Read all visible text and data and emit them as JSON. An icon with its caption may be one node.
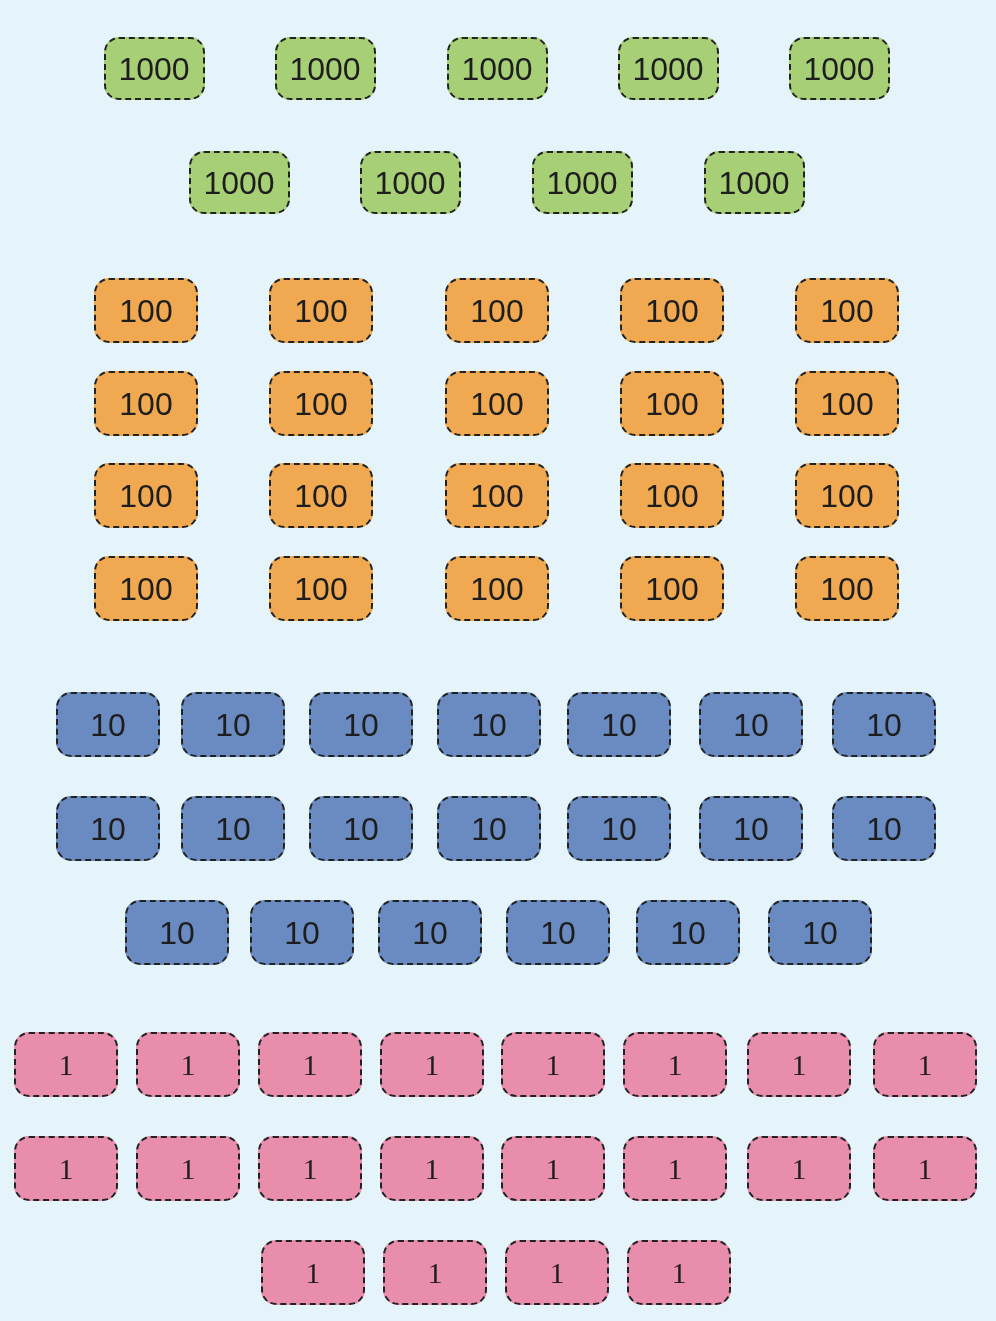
{
  "diagram": {
    "nodes": [
      {
        "text": [
          "1000"
        ]
      },
      {
        "text": [
          "1000"
        ]
      },
      {
        "text": [
          "1000"
        ]
      },
      {
        "text": [
          "1000"
        ]
      },
      {
        "text": [
          "1000"
        ]
      },
      {
        "text": [
          "1000"
        ]
      },
      {
        "text": [
          "1000"
        ]
      },
      {
        "text": [
          "1000"
        ]
      },
      {
        "text": [
          "1000"
        ]
      },
      {
        "text": [
          "100"
        ]
      },
      {
        "text": [
          "100"
        ]
      },
      {
        "text": [
          "100"
        ]
      },
      {
        "text": [
          "100"
        ]
      },
      {
        "text": [
          "100"
        ]
      },
      {
        "text": [
          "100"
        ]
      },
      {
        "text": [
          "100"
        ]
      },
      {
        "text": [
          "100"
        ]
      },
      {
        "text": [
          "100"
        ]
      },
      {
        "text": [
          "100"
        ]
      },
      {
        "text": [
          "100"
        ]
      },
      {
        "text": [
          "100"
        ]
      },
      {
        "text": [
          "100"
        ]
      },
      {
        "text": [
          "100"
        ]
      },
      {
        "text": [
          "100"
        ]
      },
      {
        "text": [
          "100"
        ]
      },
      {
        "text": [
          "100"
        ]
      },
      {
        "text": [
          "100"
        ]
      },
      {
        "text": [
          "100"
        ]
      },
      {
        "text": [
          "100"
        ]
      },
      {
        "text": [
          "10"
        ]
      },
      {
        "text": [
          "10"
        ]
      },
      {
        "text": [
          "10"
        ]
      },
      {
        "text": [
          "10"
        ]
      },
      {
        "text": [
          "10"
        ]
      },
      {
        "text": [
          "10"
        ]
      },
      {
        "text": [
          "10"
        ]
      },
      {
        "text": [
          "10"
        ]
      },
      {
        "text": [
          "10"
        ]
      },
      {
        "text": [
          "10"
        ]
      },
      {
        "text": [
          "10"
        ]
      },
      {
        "text": [
          "10"
        ]
      },
      {
        "text": [
          "10"
        ]
      },
      {
        "text": [
          "10"
        ]
      },
      {
        "text": [
          "10"
        ]
      },
      {
        "text": [
          "10"
        ]
      },
      {
        "text": [
          "10"
        ]
      },
      {
        "text": [
          "10"
        ]
      },
      {
        "text": [
          "10"
        ]
      },
      {
        "text": [
          "10"
        ]
      },
      {
        "text": [
          "1"
        ]
      },
      {
        "text": [
          "1"
        ]
      },
      {
        "text": [
          "1"
        ]
      },
      {
        "text": [
          "1"
        ]
      },
      {
        "text": [
          "1"
        ]
      },
      {
        "text": [
          "1"
        ]
      },
      {
        "text": [
          "1"
        ]
      },
      {
        "text": [
          "1"
        ]
      },
      {
        "text": [
          "1"
        ]
      },
      {
        "text": [
          "1"
        ]
      },
      {
        "text": [
          "1"
        ]
      },
      {
        "text": [
          "1"
        ]
      },
      {
        "text": [
          "1"
        ]
      },
      {
        "text": [
          "1"
        ]
      },
      {
        "text": [
          "1"
        ]
      },
      {
        "text": [
          "1"
        ]
      },
      {
        "text": [
          "1"
        ]
      },
      {
        "text": [
          "1"
        ]
      },
      {
        "text": [
          "1"
        ]
      },
      {
        "text": [
          "1"
        ]
      }
    ]
  }
}
